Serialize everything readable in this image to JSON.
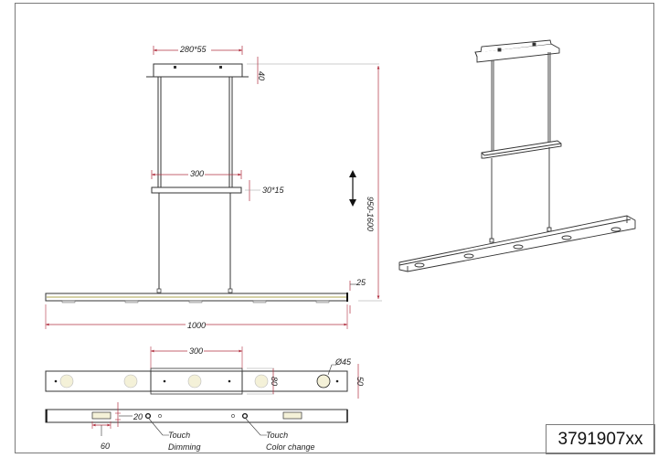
{
  "drawing": {
    "product_code": "3791907xx",
    "colors": {
      "outline": "#333333",
      "dimension": "#b03040",
      "frame": "#7a7a7a",
      "led": "#f4f1d8"
    },
    "front_view": {
      "canopy_dim": "280*55",
      "canopy_height_dim": "40",
      "crossbar_width_dim": "300",
      "crossbar_section_dim": "30*15",
      "total_height_dim": "950-1600",
      "bar_height_dim": "25",
      "bar_length_dim": "1000",
      "adjust_arrow": "up-down-arrow"
    },
    "bottom_view": {
      "top_width_dim": "300",
      "led_diameter_dim": "Ø45",
      "crossbar_depth_dim": "80",
      "bar_depth_dim": "50"
    },
    "top_view": {
      "slot_offset_dim": "20",
      "slot_length_dim": "60",
      "touch_dimming_line1": "Touch",
      "touch_dimming_line2": "Dimming",
      "touch_color_line1": "Touch",
      "touch_color_line2": "Color change"
    }
  }
}
